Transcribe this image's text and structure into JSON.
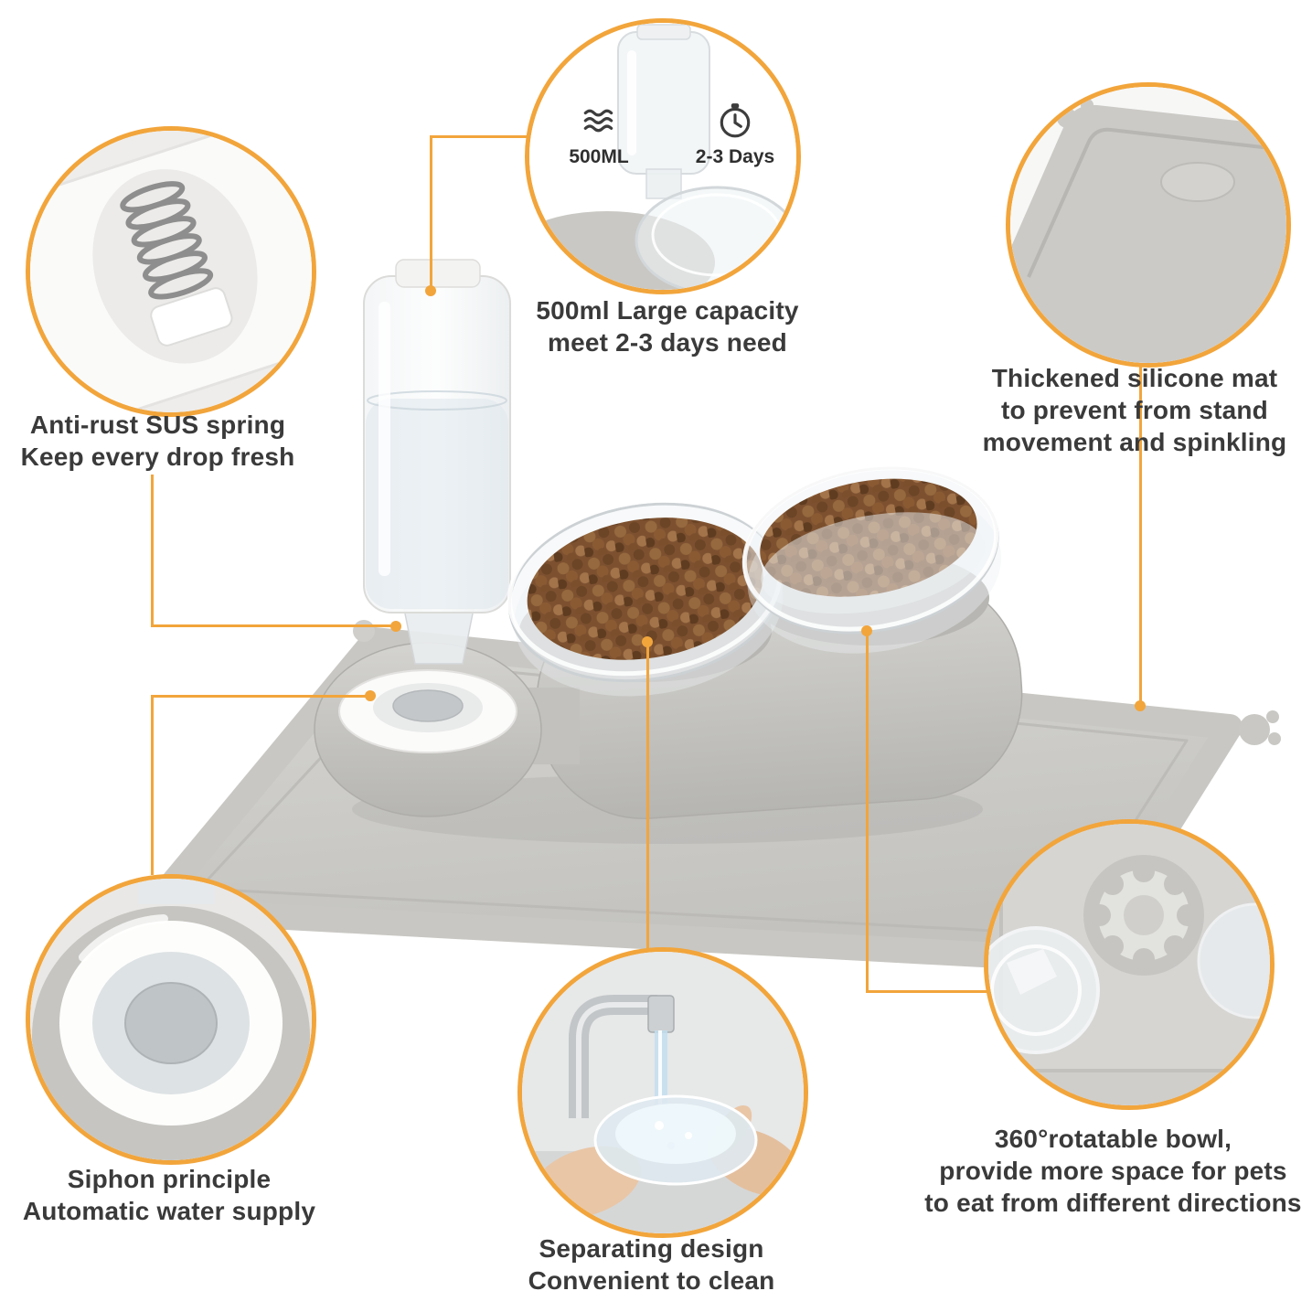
{
  "colors": {
    "accent": "#F2A53B",
    "caption_text": "#3A3A3A",
    "mat_gray": "#CBCAC6",
    "stand_gray": "#C6C5C1",
    "kibble_brown": "#7D5130"
  },
  "callouts": {
    "spring": {
      "caption": [
        "Anti-rust SUS spring",
        "Keep every drop fresh"
      ]
    },
    "capacity": {
      "volume_label": "500ML",
      "duration_label": "2-3 Days",
      "caption": [
        "500ml Large capacity",
        "meet 2-3 days need"
      ]
    },
    "silicone_mat": {
      "caption": [
        "Thickened silicone mat",
        "to prevent from stand",
        "movement and spinkling"
      ]
    },
    "siphon": {
      "caption": [
        "Siphon principle",
        "Automatic water supply"
      ]
    },
    "separating": {
      "caption": [
        "Separating design",
        "Convenient to clean"
      ]
    },
    "rotatable": {
      "caption": [
        "360°rotatable bowl,",
        "provide more space for pets",
        "to eat from different directions"
      ]
    }
  }
}
